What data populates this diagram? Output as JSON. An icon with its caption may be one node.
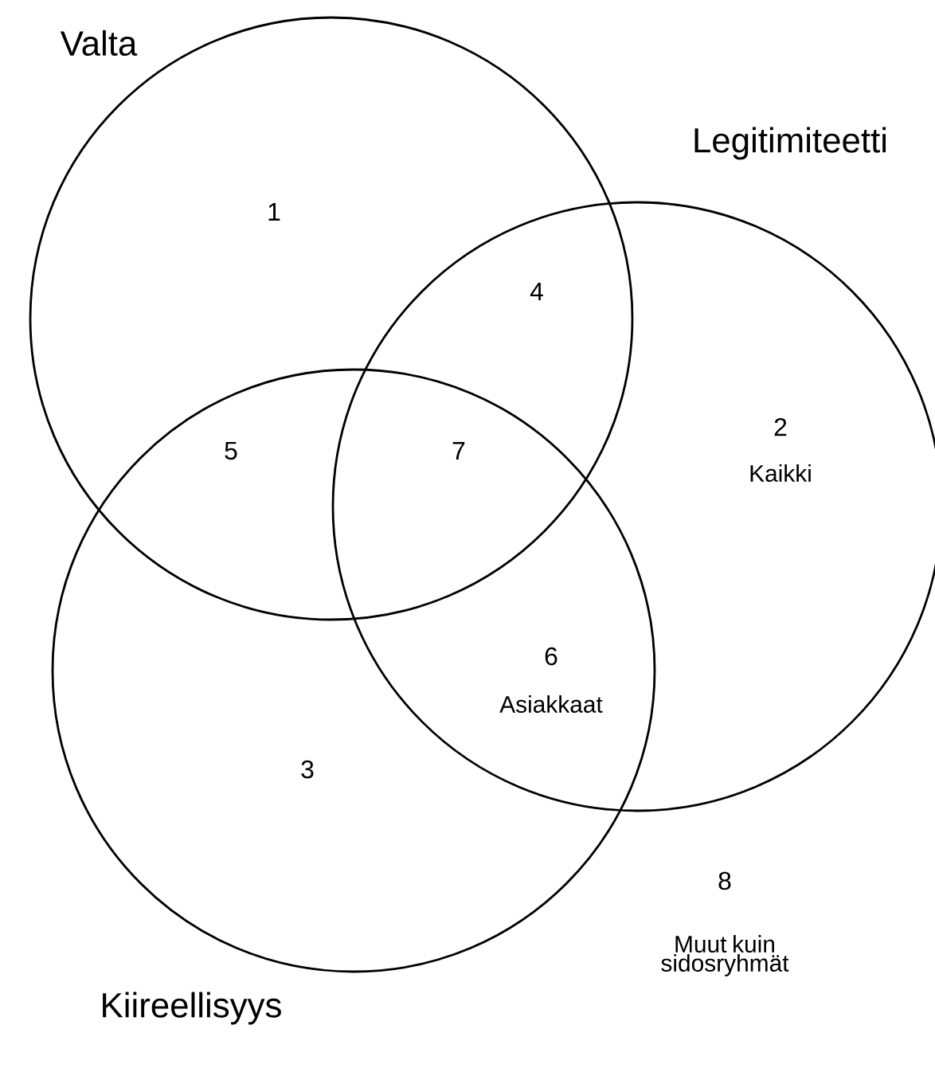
{
  "diagram": {
    "nodes": [
      {
        "text": [
          "Valta"
        ]
      },
      {
        "text": [
          "Legitimiteetti"
        ]
      },
      {
        "text": [
          "Kiireellisyys"
        ]
      }
    ],
    "labels": [
      "1",
      "4",
      "2",
      "5",
      "7",
      "Kaikki",
      "6",
      "Asiakkaat",
      "3",
      "8",
      "Muut kuin sidosryhmät"
    ]
  }
}
